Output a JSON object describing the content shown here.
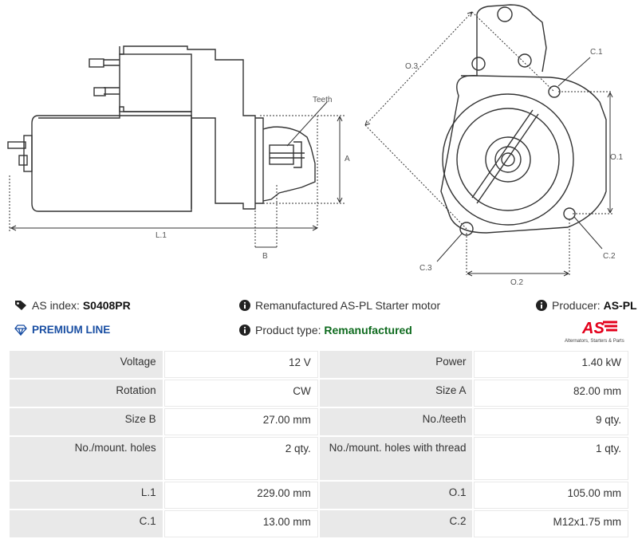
{
  "drawing_labels": {
    "teeth": "Teeth",
    "a": "A",
    "b": "B",
    "l1": "L.1",
    "o1": "O.1",
    "o2": "O.2",
    "o3": "O.3",
    "c1": "C.1",
    "c2": "C.2",
    "c3": "C.3"
  },
  "info": {
    "as_index_label": "AS index:",
    "as_index_value": "S0408PR",
    "description": "Remanufactured AS-PL Starter motor",
    "producer_label": "Producer:",
    "producer_value": "AS-PL",
    "premium_line": "PREMIUM LINE",
    "product_type_label": "Product type:",
    "product_type_value": "Remanufactured"
  },
  "logo": {
    "text": "AS",
    "tagline": "Alternators, Starters & Parts",
    "color": "#e3001b"
  },
  "specs": [
    {
      "k1": "Voltage",
      "v1": "12 V",
      "k2": "Power",
      "v2": "1.40 kW"
    },
    {
      "k1": "Rotation",
      "v1": "CW",
      "k2": "Size A",
      "v2": "82.00 mm"
    },
    {
      "k1": "Size B",
      "v1": "27.00 mm",
      "k2": "No./teeth",
      "v2": "9 qty."
    },
    {
      "k1": "No./mount. holes",
      "v1": "2 qty.",
      "k2": "No./mount. holes with thread",
      "v2": "1 qty."
    },
    {
      "k1": "L.1",
      "v1": "229.00 mm",
      "k2": "O.1",
      "v2": "105.00 mm"
    },
    {
      "k1": "C.1",
      "v1": "13.00 mm",
      "k2": "C.2",
      "v2": "M12x1.75 mm"
    }
  ]
}
